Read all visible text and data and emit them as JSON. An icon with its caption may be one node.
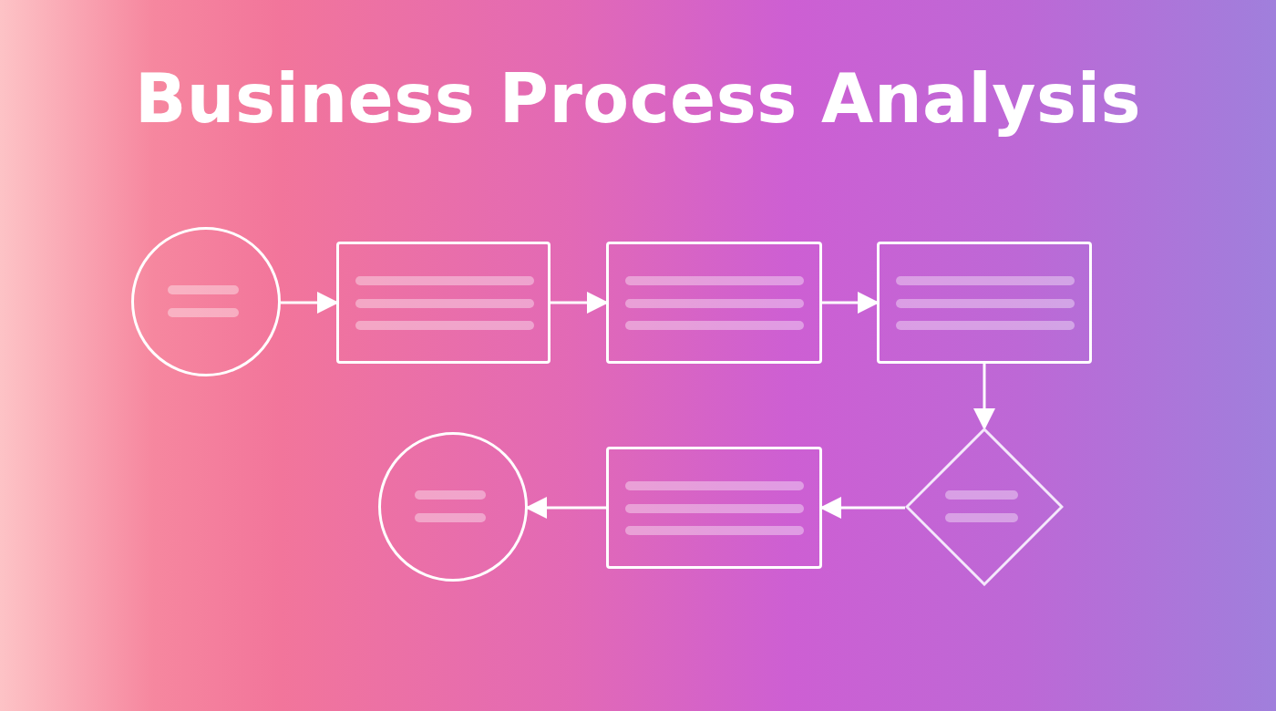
{
  "diagram": {
    "title": "Business Process Analysis",
    "nodes": [
      {
        "text": [],
        "shape": "circle"
      },
      {
        "text": [],
        "shape": "box"
      },
      {
        "text": [],
        "shape": "box"
      },
      {
        "text": [],
        "shape": "box"
      },
      {
        "text": [],
        "shape": "diamond"
      },
      {
        "text": [],
        "shape": "box"
      },
      {
        "text": [],
        "shape": "circle"
      }
    ],
    "edges": [
      {
        "from": 0,
        "to": 1,
        "arrow": "to"
      },
      {
        "from": 1,
        "to": 2,
        "arrow": "to"
      },
      {
        "from": 2,
        "to": 3,
        "arrow": "to"
      },
      {
        "from": 3,
        "to": 4,
        "arrow": "to"
      },
      {
        "from": 4,
        "to": 5,
        "arrow": "to"
      },
      {
        "from": 5,
        "to": 6,
        "arrow": "to"
      }
    ]
  }
}
